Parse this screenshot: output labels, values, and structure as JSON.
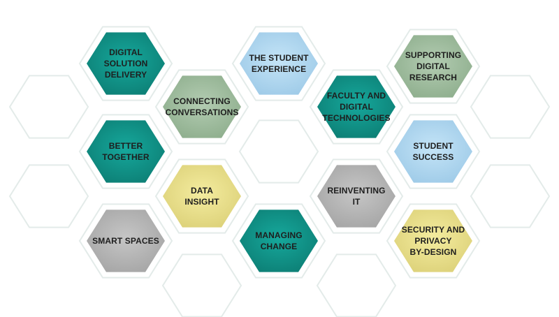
{
  "palette": {
    "teal": "#16a89c",
    "teal_dark": "#0d8076",
    "sky": "#c4e4f7",
    "sky_dark": "#9fcbe8",
    "sage": "#b3ccb2",
    "sage_dark": "#8faf8e",
    "cream": "#f4ec9f",
    "cream_dark": "#ddd27a",
    "grey": "#c6c6c6",
    "grey_dark": "#a6a6a6",
    "outline": "#e3ebe9",
    "text": "#1e1e1e"
  },
  "hexagons": [
    {
      "id": "digital-solution-delivery",
      "lines": [
        "DIGITAL",
        "SOLUTION",
        "DELIVERY"
      ],
      "color": "teal"
    },
    {
      "id": "connecting-conversations",
      "lines": [
        "CONNECTING",
        "CONVERSATIONS"
      ],
      "color": "sage"
    },
    {
      "id": "the-student-experience",
      "lines": [
        "THE STUDENT",
        "EXPERIENCE"
      ],
      "color": "sky"
    },
    {
      "id": "faculty-and-digital-technologies",
      "lines": [
        "FACULTY AND",
        "DIGITAL",
        "TECHNOLOGIES"
      ],
      "color": "teal"
    },
    {
      "id": "supporting-digital-research",
      "lines": [
        "SUPPORTING",
        "DIGITAL",
        "RESEARCH"
      ],
      "color": "sage"
    },
    {
      "id": "better-together",
      "lines": [
        "BETTER",
        "TOGETHER"
      ],
      "color": "teal"
    },
    {
      "id": "data-insight",
      "lines": [
        "DATA",
        "INSIGHT"
      ],
      "color": "cream"
    },
    {
      "id": "reinventing-it",
      "lines": [
        "REINVENTING",
        "IT"
      ],
      "color": "grey"
    },
    {
      "id": "student-success",
      "lines": [
        "STUDENT",
        "SUCCESS"
      ],
      "color": "sky"
    },
    {
      "id": "smart-spaces",
      "lines": [
        "SMART SPACES"
      ],
      "color": "grey"
    },
    {
      "id": "managing-change",
      "lines": [
        "MANAGING",
        "CHANGE"
      ],
      "color": "teal"
    },
    {
      "id": "security-and-privacy-by-design",
      "lines": [
        "SECURITY AND",
        "PRIVACY",
        "BY-DESIGN"
      ],
      "color": "cream"
    }
  ],
  "outline_hexagons": [
    "outline-far-left-upper",
    "outline-far-left-lower",
    "outline-center",
    "outline-far-right-upper",
    "outline-far-right-lower",
    "outline-bottom-left",
    "outline-bottom-right"
  ]
}
